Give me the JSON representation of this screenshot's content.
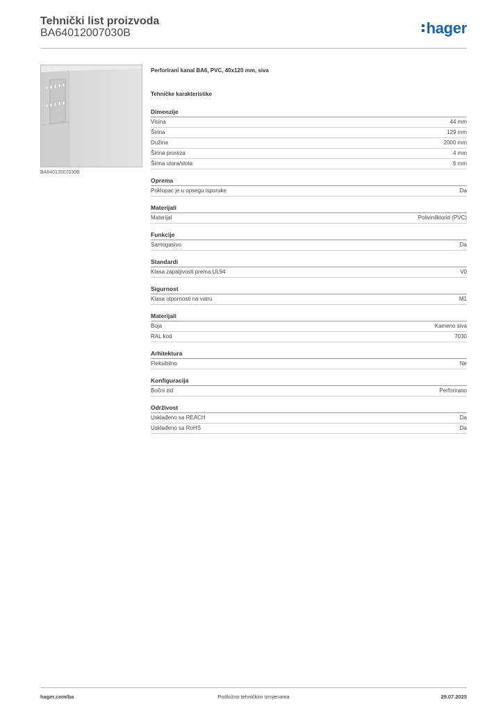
{
  "header": {
    "title": "Tehnički list proizvoda",
    "product_code": "BA64012007030B",
    "logo_text": "hager",
    "brand_color": "#1762a8"
  },
  "image": {
    "caption": "BA64012007030B"
  },
  "product": {
    "name": "Perforirani kanal BA6, PVC, 40x120 mm, siva",
    "spec_heading": "Tehničke karakteristike"
  },
  "sections": [
    {
      "name": "Dimenzije",
      "rows": [
        {
          "label": "Visina",
          "value": "44 mm"
        },
        {
          "label": "Širina",
          "value": "129 mm"
        },
        {
          "label": "Dužina",
          "value": "2000 mm"
        },
        {
          "label": "Širina proreza",
          "value": "4 mm"
        },
        {
          "label": "Širina utora/slota",
          "value": "6 mm"
        }
      ]
    },
    {
      "name": "Oprema",
      "rows": [
        {
          "label": "Poklopac je u opsegu isporuke",
          "value": "Da"
        }
      ]
    },
    {
      "name": "Materijali",
      "rows": [
        {
          "label": "Materijal",
          "value": "Polivinilklorid (PVC)"
        }
      ]
    },
    {
      "name": "Funkcije",
      "rows": [
        {
          "label": "Samogasivo",
          "value": "Da"
        }
      ]
    },
    {
      "name": "Standardi",
      "rows": [
        {
          "label": "Klasa zapaljivosti prema UL94",
          "value": "V0"
        }
      ]
    },
    {
      "name": "Sigurnost",
      "rows": [
        {
          "label": "Klasa otpornosti na vatru",
          "value": "M1"
        }
      ]
    },
    {
      "name": "Materijali",
      "rows": [
        {
          "label": "Boja",
          "value": "Kameno siva"
        },
        {
          "label": "RAL kod",
          "value": "7030"
        }
      ]
    },
    {
      "name": "Arhitektura",
      "rows": [
        {
          "label": "Fleksibilno",
          "value": "Ne"
        }
      ]
    },
    {
      "name": "Konfiguracija",
      "rows": [
        {
          "label": "Bočni zid",
          "value": "Perforirano"
        }
      ]
    },
    {
      "name": "Održivost",
      "rows": [
        {
          "label": "Usklađeno sa REACH",
          "value": "Da"
        },
        {
          "label": "Usklađeno sa RoHS",
          "value": "Da"
        }
      ]
    }
  ],
  "footer": {
    "website": "hager.com/ba",
    "notice": "Podložno tehničkim izmjenama",
    "date": "29.07.2025"
  }
}
